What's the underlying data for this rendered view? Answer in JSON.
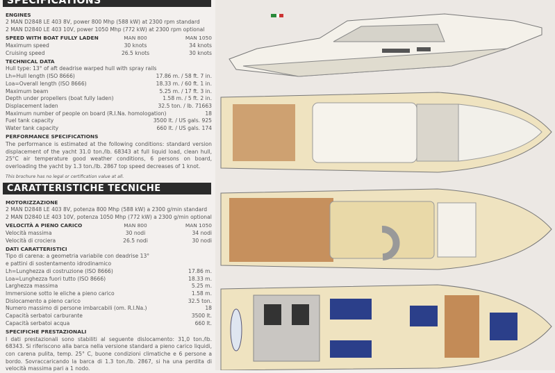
{
  "english": {
    "title": "SPECIFICATIONS",
    "engines": {
      "heading": "ENGINES",
      "lines": [
        "2 MAN D2848 LE 403 8V, power 800 Mhp (588 kW) at 2300 rpm standard",
        "2 MAN D2840 LE 403 10V, power 1050 Mhp (772 kW) at 2300 rpm optional"
      ]
    },
    "speed": {
      "heading": "SPEED WITH BOAT FULLY LADEN",
      "col1": "MAN 800",
      "col2": "MAN 1050",
      "rows": [
        {
          "label": "Maximum speed",
          "v1": "30 knots",
          "v2": "34 knots"
        },
        {
          "label": "Cruising speed",
          "v1": "26.5 knots",
          "v2": "30 knots"
        }
      ]
    },
    "technical": {
      "heading": "TECHNICAL DATA",
      "hull": "Hull type: 13° of aft deadrise warped hull with spray rails",
      "rows": [
        {
          "label": "Lh=Hull length (ISO 8666)",
          "value": "17.86 m. / 58 ft. 7 in."
        },
        {
          "label": "Loa=Overall length (ISO 8666)",
          "value": "18.33 m. / 60 ft. 1 in."
        },
        {
          "label": "Maximum beam",
          "value": "5.25 m. / 17 ft. 3 in."
        },
        {
          "label": "Depth under propellers (boat fully laden)",
          "value": "1.58 m. / 5 ft. 2 in."
        },
        {
          "label": "Displacement laden",
          "value": "32.5 ton. / lb. 71663"
        },
        {
          "label": "Maximum number of people on board (R.I.Na. homologation)",
          "value": "18"
        },
        {
          "label": "Fuel tank capacity",
          "value": "3500 lt. / US gals. 925"
        },
        {
          "label": "Water tank capacity",
          "value": "660 lt. / US gals. 174"
        }
      ]
    },
    "performance": {
      "heading": "PERFORMANCE SPECIFICATIONS",
      "text": "The performance is estimated at the following conditions: standard version displacement of the yacht 31.0 ton./lb. 68343 at full liquid load, clean hull, 25°C air temperature good weather conditions, 6 persons on board, overloading the yacht by 1.3 ton./lb. 2867 top speed decreases of 1 knot."
    },
    "disclaimer": "This brochure has no legal or certification value at all."
  },
  "italian": {
    "title": "CARATTERISTICHE TECNICHE",
    "engines": {
      "heading": "MOTORIZZAZIONE",
      "lines": [
        "2 MAN D2848 LE 403 8V, potenza 800 Mhp (588 kW) a 2300 g/min standard",
        "2 MAN D2840 LE 403 10V, potenza 1050 Mhp (772 kW) a 2300 g/min optional"
      ]
    },
    "speed": {
      "heading": "VELOCITÀ A PIENO CARICO",
      "col1": "MAN 800",
      "col2": "MAN 1050",
      "rows": [
        {
          "label": "Velocità massima",
          "v1": "30 nodi",
          "v2": "34 nodi"
        },
        {
          "label": "Velocità di crociera",
          "v1": "26.5 nodi",
          "v2": "30 nodi"
        }
      ]
    },
    "technical": {
      "heading": "DATI CARATTERISTICI",
      "hull": [
        "Tipo di carena: a geometria variabile con deadrise 13°",
        "e pattini di sostentamento idrodinamico"
      ],
      "rows": [
        {
          "label": "Lh=Lunghezza di costruzione (ISO 8666)",
          "value": "17.86 m."
        },
        {
          "label": "Loa=Lunghezza fuori tutto (ISO 8666)",
          "value": "18.33 m."
        },
        {
          "label": "Larghezza massima",
          "value": "5.25 m."
        },
        {
          "label": "Immersione sotto le eliche a pieno carico",
          "value": "1.58 m."
        },
        {
          "label": "Dislocamento a pieno carico",
          "value": "32.5 ton."
        },
        {
          "label": "Numero massimo di persone imbarcabili (om. R.I.Na.)",
          "value": "18"
        },
        {
          "label": "Capacità serbatoi carburante",
          "value": "3500 lt."
        },
        {
          "label": "Capacità serbatoi acqua",
          "value": "660 lt."
        }
      ]
    },
    "performance": {
      "heading": "SPECIFICHE PRESTAZIONALI",
      "text": "I dati prestazionali sono stabiliti al seguente dislocamento: 31,0 ton./lb. 68343. Si riferiscono alla barca nella versione standard a pieno carico liquidi, con carena pulita, temp. 25° C, buone condizioni climatiche e 6 persone a bordo. Sovraccaricando la barca di 1.3 ton./lb. 2867, si ha una perdita di velocità massima pari a 1 nodo."
    }
  },
  "colors": {
    "header_bar": "#2b2b2b",
    "teak": "#b8743c",
    "hull_cream": "#efe3c0",
    "upholstery": "#2b3f8a"
  }
}
